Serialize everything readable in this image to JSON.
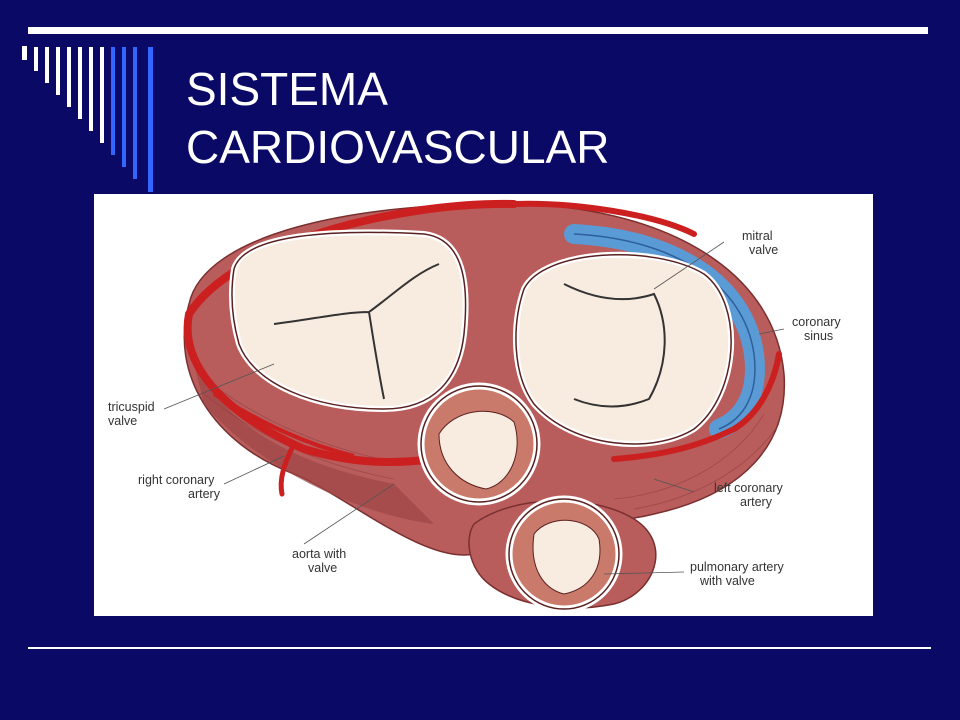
{
  "slide": {
    "title_line1": "SISTEMA",
    "title_line2": "CARDIOVASCULAR"
  },
  "figure": {
    "labels": {
      "mitral_valve": [
        "mitral",
        "valve"
      ],
      "coronary_sinus": [
        "coronary",
        "sinus"
      ],
      "tricuspid_valve": [
        "tricuspid",
        "valve"
      ],
      "right_coronary_artery": [
        "right coronary",
        "artery"
      ],
      "left_coronary_artery": [
        "left coronary",
        "artery"
      ],
      "aorta_with_valve": [
        "aorta with",
        "valve"
      ],
      "pulmonary_artery_with_valve": [
        "pulmonary artery",
        "with valve"
      ]
    }
  },
  "colors": {
    "background": "#0a0a66",
    "accent_blue": "#3366ff",
    "rule": "#ffffff",
    "muscle": "#b85c5c",
    "artery": "#cc1f1f",
    "vein": "#5b9bd5",
    "valve_cream": "#f8ebe0"
  }
}
